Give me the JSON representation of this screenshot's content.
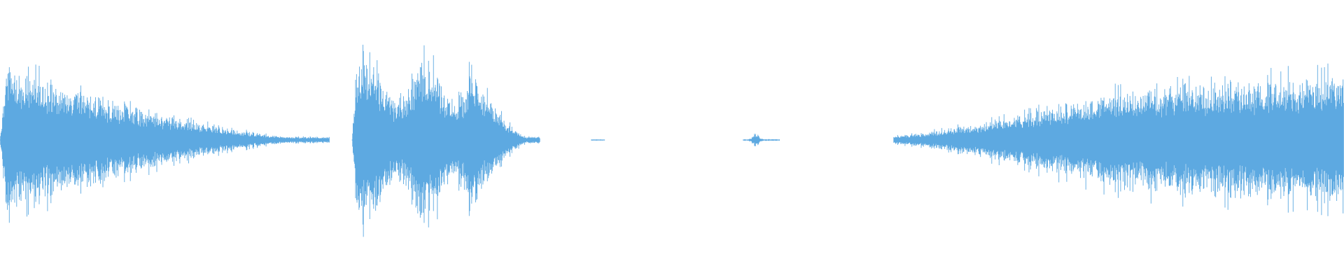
{
  "waveform": {
    "color": "#5DA9E1",
    "background": "#FFFFFF",
    "segments": [
      {
        "start": 0.0,
        "end": 0.245,
        "peak": 0.58,
        "shape": "decay"
      },
      {
        "start": 0.262,
        "end": 0.402,
        "peak": 0.62,
        "shape": "burst"
      },
      {
        "start": 0.44,
        "end": 0.45,
        "peak": 0.01,
        "shape": "flat"
      },
      {
        "start": 0.553,
        "end": 0.58,
        "peak": 0.04,
        "shape": "click"
      },
      {
        "start": 0.665,
        "end": 1.0,
        "peak": 0.5,
        "shape": "rise"
      }
    ]
  }
}
